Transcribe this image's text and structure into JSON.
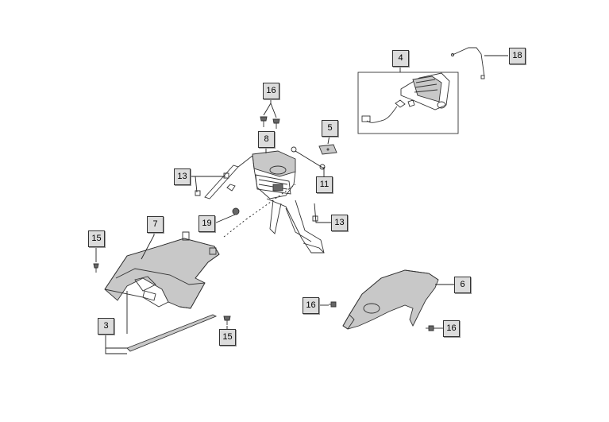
{
  "diagram": {
    "callouts": [
      {
        "id": "callout-4",
        "label": "4"
      },
      {
        "id": "callout-18",
        "label": "18"
      },
      {
        "id": "callout-16-top",
        "label": "16"
      },
      {
        "id": "callout-5",
        "label": "5"
      },
      {
        "id": "callout-8",
        "label": "8"
      },
      {
        "id": "callout-13-left",
        "label": "13"
      },
      {
        "id": "callout-11",
        "label": "11"
      },
      {
        "id": "callout-19",
        "label": "19"
      },
      {
        "id": "callout-13-right",
        "label": "13"
      },
      {
        "id": "callout-7",
        "label": "7"
      },
      {
        "id": "callout-15-left",
        "label": "15"
      },
      {
        "id": "callout-6",
        "label": "6"
      },
      {
        "id": "callout-16-mid",
        "label": "16"
      },
      {
        "id": "callout-16-right",
        "label": "16"
      },
      {
        "id": "callout-3",
        "label": "3"
      },
      {
        "id": "callout-15-bottom",
        "label": "15"
      }
    ],
    "parts": [
      "rear-light-assembly",
      "wire-harness",
      "rear-frame-bracket",
      "license-plate-holder",
      "under-tray",
      "rear-fender",
      "cable-tie",
      "bolts",
      "nuts"
    ]
  }
}
